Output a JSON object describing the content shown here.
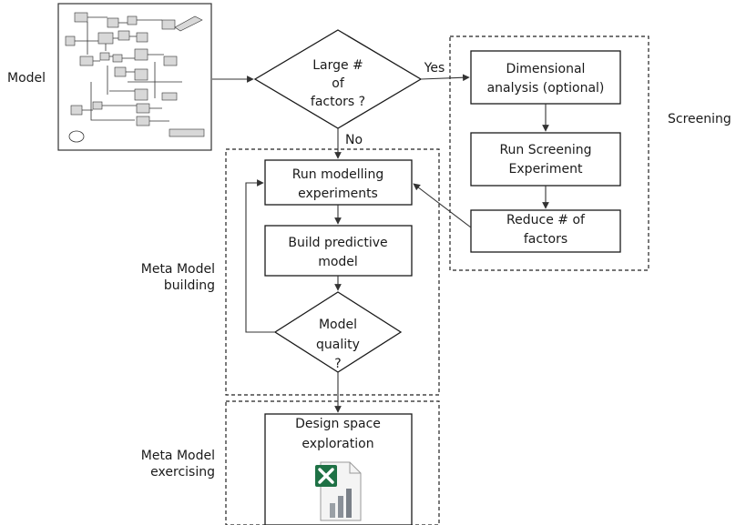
{
  "labels": {
    "model": "Model",
    "screening": "Screening",
    "meta_building": [
      "Meta Model",
      "building"
    ],
    "meta_exercising": [
      "Meta Model",
      "exercising"
    ],
    "yes": "Yes",
    "no": "No"
  },
  "nodes": {
    "large_factors": [
      "Large #",
      "of",
      "factors ?"
    ],
    "dimensional_analysis": [
      "Dimensional",
      "analysis (optional)"
    ],
    "run_screening": [
      "Run Screening",
      "Experiment"
    ],
    "reduce_factors": [
      "Reduce # of",
      "factors"
    ],
    "run_modelling": [
      "Run modelling",
      "experiments"
    ],
    "build_predictive": [
      "Build predictive",
      "model"
    ],
    "model_quality": [
      "Model",
      "quality",
      "?"
    ],
    "design_space": [
      "Design space",
      "exploration"
    ]
  },
  "icons": {
    "model_thumbnail": "simulink-block-diagram-icon",
    "spreadsheet": "excel-chart-icon"
  },
  "colors": {
    "stroke": "#1a1a1a",
    "excel_green": "#1e7145"
  }
}
